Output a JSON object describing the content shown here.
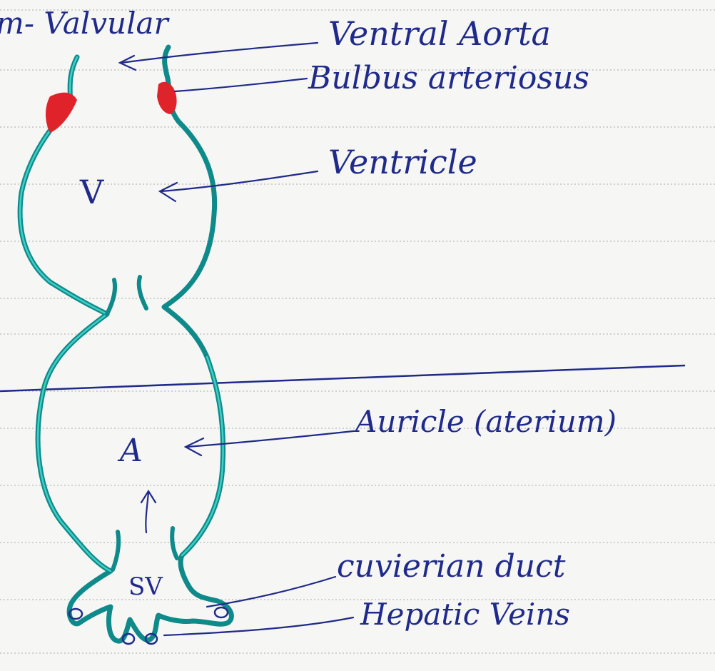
{
  "labels": {
    "top_left": "m- Valvular",
    "ventral_aorta": "Ventral Aorta",
    "bulbus": "Bulbus arteriosus",
    "ventricle": "Ventricle",
    "auricle": "Auricle (aterium)",
    "cuvierian": "cuvierian duct",
    "hepatic": "Hepatic Veins"
  },
  "chambers": {
    "ventricle": "V",
    "auricle": "A",
    "sinus_venosus": "SV"
  },
  "colors": {
    "outline": "#0f8a8a",
    "outline_highlight": "#3fd0c8",
    "ink": "#1f2a8a",
    "bulbus": "#e0232b",
    "ruling": "#b8b8b8"
  }
}
